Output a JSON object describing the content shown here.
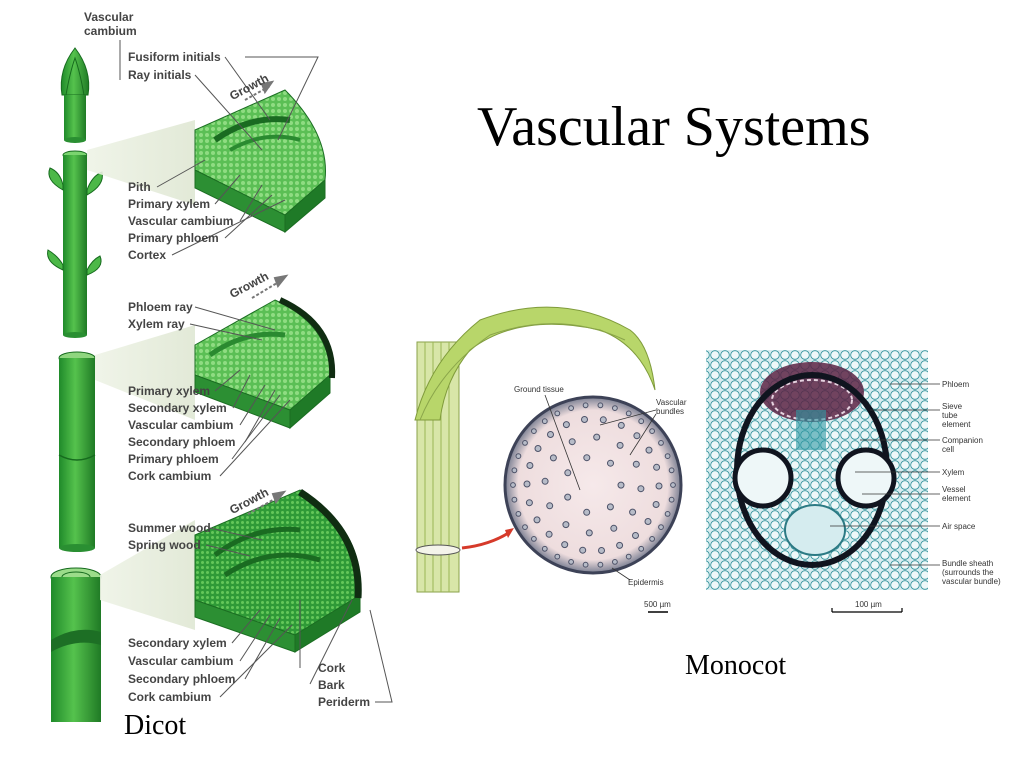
{
  "slide": {
    "title": "Vascular Systems",
    "dicot_caption": "Dicot",
    "monocot_caption": "Monocot"
  },
  "dicot": {
    "top_labels": {
      "vascular_cambium_1": "Vascular",
      "vascular_cambium_2": "cambium",
      "fusiform": "Fusiform initials",
      "ray": "Ray initials"
    },
    "growth": "Growth",
    "block1": [
      "Pith",
      "Primary xylem",
      "Vascular cambium",
      "Primary phloem",
      "Cortex"
    ],
    "block2_top": [
      "Phloem ray",
      "Xylem ray"
    ],
    "block2": [
      "Primary xylem",
      "Secondary xylem",
      "Vascular cambium",
      "Secondary phloem",
      "Primary phloem",
      "Cork cambium"
    ],
    "block3_top": [
      "Summer wood",
      "Spring wood"
    ],
    "block3": [
      "Secondary xylem",
      "Vascular cambium",
      "Secondary phloem",
      "Cork cambium"
    ],
    "block3_right": [
      "Cork",
      "Bark",
      "Periderm"
    ]
  },
  "monocot": {
    "stem_labels": {
      "ground_tissue": "Ground tissue",
      "vascular_1": "Vascular",
      "vascular_2": "bundles",
      "epidermis": "Epidermis",
      "scale1": "500 µm"
    },
    "bundle_labels": {
      "phloem": "Phloem",
      "sieve_1": "Sieve",
      "sieve_2": "tube",
      "sieve_3": "element",
      "companion_1": "Companion",
      "companion_2": "cell",
      "xylem": "Xylem",
      "vessel_1": "Vessel",
      "vessel_2": "element",
      "air": "Air space",
      "sheath_1": "Bundle sheath",
      "sheath_2": "(surrounds the",
      "sheath_3": "vascular bundle)",
      "scale2": "100 µm"
    }
  },
  "colors": {
    "stem_green": "#3aa83a",
    "stem_dark": "#1f7a25",
    "block_light": "#7ccf6e",
    "label_gray": "#444444"
  }
}
